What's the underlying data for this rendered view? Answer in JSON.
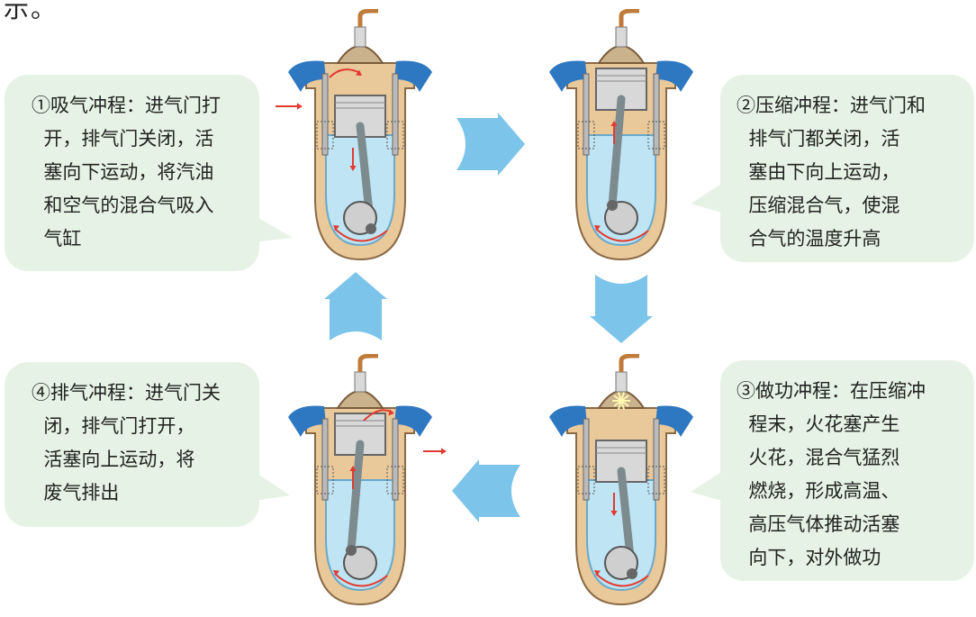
{
  "intro_fragment": "示。",
  "strokes": [
    {
      "id": "intake",
      "lines": [
        "①吸气冲程：进气门打",
        "  开，排气门关闭，活",
        "  塞向下运动，将汽油",
        "  和空气的混合气吸入",
        "  气缸"
      ]
    },
    {
      "id": "compression",
      "lines": [
        "②压缩冲程：进气门和",
        "  排气门都关闭，活",
        "  塞由下向上运动，",
        "  压缩混合气，使混",
        "  合气的温度升高"
      ]
    },
    {
      "id": "power",
      "lines": [
        "③做功冲程：在压缩冲",
        "  程末，火花塞产生",
        "  火花，混合气猛烈",
        "  燃烧，形成高温、",
        "  高压气体推动活塞",
        "  向下，对外做功"
      ]
    },
    {
      "id": "exhaust",
      "lines": [
        "④排气冲程：进气门关",
        "  闭，排气门打开，",
        "  活塞向上运动，将",
        "  废气排出"
      ]
    }
  ],
  "colors": {
    "bubble_bg": "#e7f2e6",
    "arrow_blue": "#7cc4ea",
    "red_arrow": "#e23a2f",
    "engine_shell": "#e9c89a",
    "chamber_blue": "#bfe4f3",
    "port_blue": "#2e78c2"
  }
}
